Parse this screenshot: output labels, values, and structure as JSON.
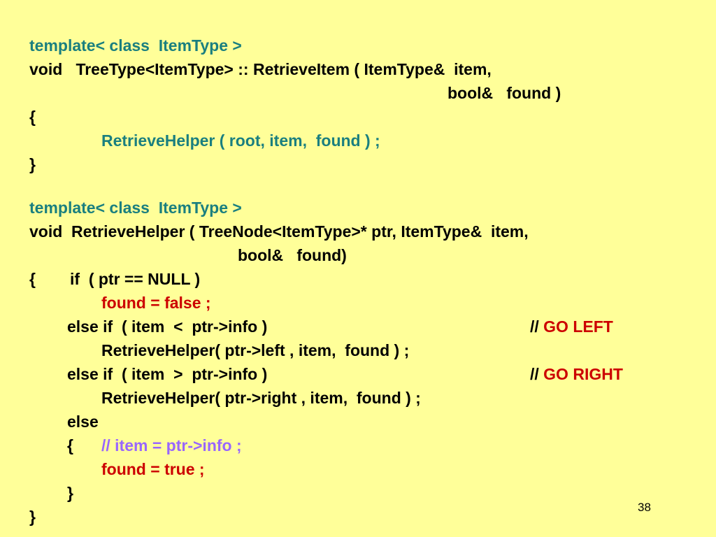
{
  "code_block_1": {
    "template_line": "template< class  ItemType >",
    "sig_line1": "void   TreeType<ItemType> :: RetrieveItem ( ItemType&  item,",
    "sig_line2": "bool&   found )",
    "open_brace": "{",
    "call_line": "RetrieveHelper ( root, item,  found ) ;",
    "close_brace": "}"
  },
  "code_block_2": {
    "template_line": "template< class  ItemType >",
    "sig_line1": "void  RetrieveHelper ( TreeNode<ItemType>* ptr, ItemType&  item,",
    "sig_line2": "bool&   found)",
    "open_brace": "{",
    "if_line": "if  ( ptr == NULL )",
    "found_false": "found = false ;",
    "elseif_left": "else if  ( item  <  ptr->info )",
    "comment_slashes_left": "//",
    "comment_left": "GO LEFT",
    "call_left": "RetrieveHelper( ptr->left , item,  found ) ;",
    "elseif_right": "else if  ( item  >  ptr->info )",
    "comment_slashes_right": "//",
    "comment_right": "GO RIGHT",
    "call_right": "RetrieveHelper( ptr->right , item,  found ) ;",
    "else_line": "else",
    "inner_open_brace": "{",
    "comment_item": "// item = ptr->info ;",
    "found_true": "found = true ;",
    "inner_close_brace": "}",
    "close_brace": "}"
  },
  "slide_number": "38",
  "colors": {
    "background": "#ffff99",
    "teal": "#1a7f7f",
    "red": "#cc0000",
    "purple": "#9966ff",
    "black": "#000000"
  }
}
